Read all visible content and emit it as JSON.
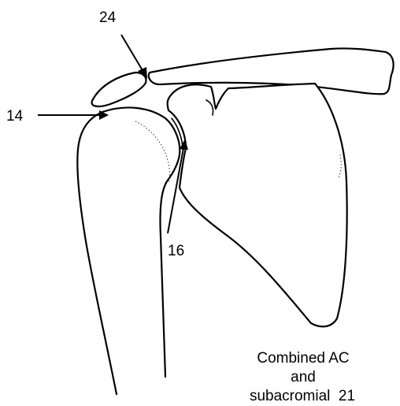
{
  "labels": {
    "top": "24",
    "left": "14",
    "bottom": "16"
  },
  "caption": {
    "line1": "Combined AC",
    "line2": "and",
    "line3": "subacromial  21"
  },
  "colors": {
    "ink": "#000000",
    "paper": "#ffffff"
  }
}
